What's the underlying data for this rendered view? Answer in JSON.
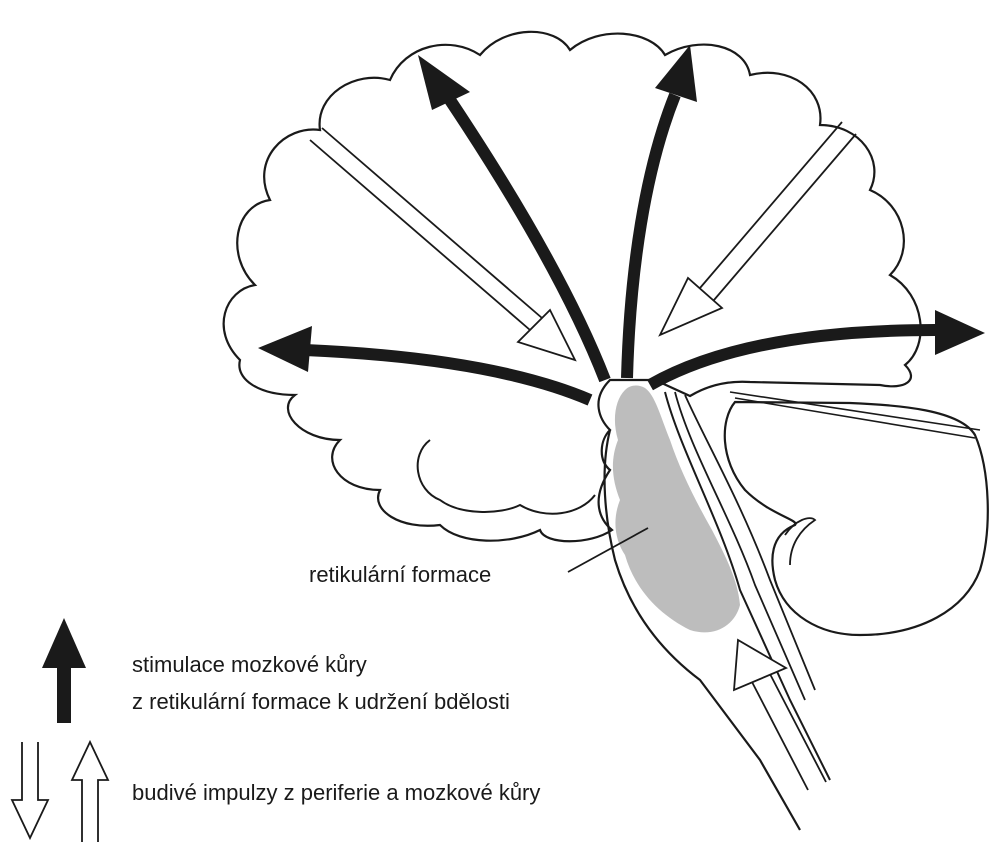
{
  "labels": {
    "reticular_formation": "retikulární formace"
  },
  "legend": {
    "stimulation_line1": "stimulace mozkové kůry",
    "stimulation_line2": "z retikulární formace k udržení bdělosti",
    "excitatory_impulses": "budivé impulzy z periferie a mozkové kůry"
  },
  "colors": {
    "outline": "#1a1a1a",
    "reticular_formation": "#bdbdbd",
    "background": "#ffffff"
  }
}
